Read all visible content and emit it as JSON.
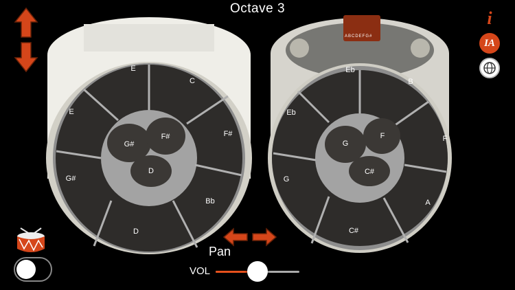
{
  "header": {
    "title": "Octave  3"
  },
  "left_pan": {
    "notes": [
      {
        "label": "E"
      },
      {
        "label": "C"
      },
      {
        "label": "E"
      },
      {
        "label": "F#"
      },
      {
        "label": "G#"
      },
      {
        "label": "Bb"
      },
      {
        "label": "D"
      },
      {
        "label": "G#"
      },
      {
        "label": "F#"
      },
      {
        "label": "D"
      }
    ]
  },
  "right_pan": {
    "notes": [
      {
        "label": "Eb"
      },
      {
        "label": "B"
      },
      {
        "label": "Eb"
      },
      {
        "label": "F"
      },
      {
        "label": "G"
      },
      {
        "label": "A"
      },
      {
        "label": "C#"
      },
      {
        "label": "G"
      },
      {
        "label": "F"
      },
      {
        "label": "C#"
      }
    ],
    "mini_keys": "ABCDEFG#"
  },
  "footer": {
    "pan_label": "Pan",
    "vol_label": "VOL",
    "volume": 0.5,
    "drum_toggle_on": false
  },
  "side_buttons": {
    "info": "i",
    "ia": "IA"
  },
  "colors": {
    "accent": "#d5461a",
    "pad": "#3b3835",
    "rim": "#9d9d9d"
  }
}
